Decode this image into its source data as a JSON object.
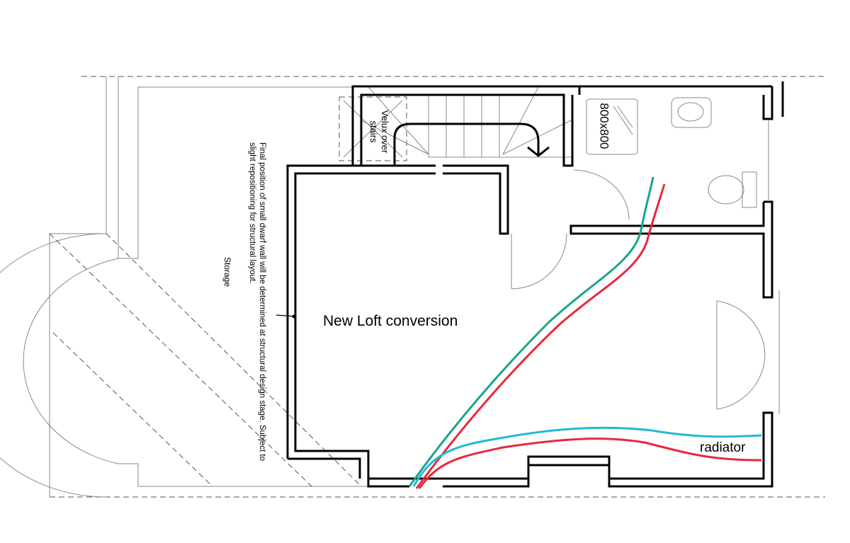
{
  "labels": {
    "velux": "Velux over stairs",
    "shower": "800x800",
    "note": "Final position of small dwarf wall will be determined at structural design stage. Subject to slight repositioning for structural layout.",
    "storage": "Storage",
    "room": "New Loft conversion",
    "radiator": "radiator"
  },
  "colors": {
    "flow_pipe": "#1aa58a",
    "return_pipe": "#e8283c",
    "radiator_pipe": "#22b8d8",
    "wall": "#000000"
  }
}
